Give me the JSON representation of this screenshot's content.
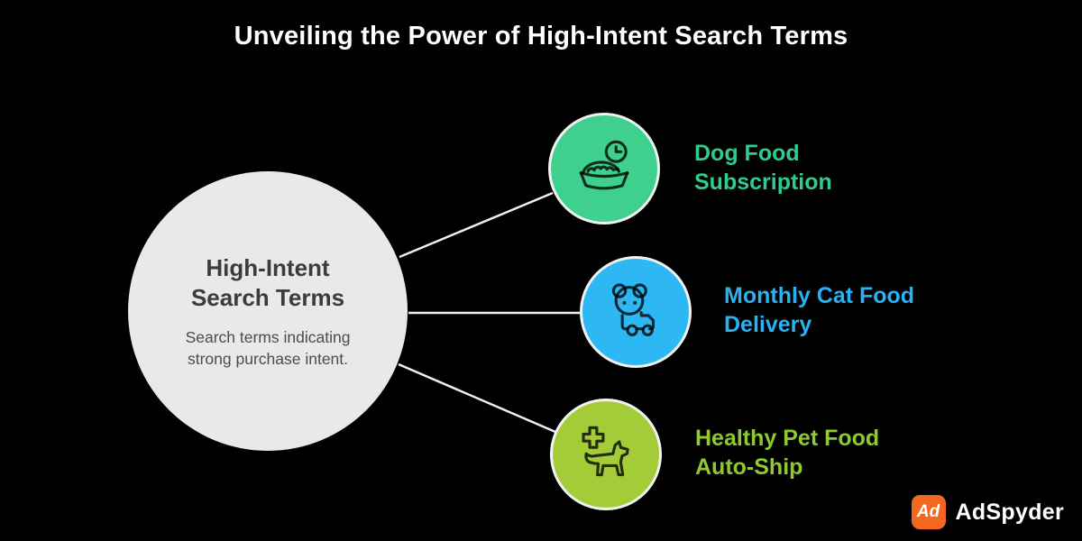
{
  "title": "Unveiling the Power of High-Intent Search Terms",
  "background_color": "#000000",
  "connector_color": "#f0f0f0",
  "central_node": {
    "title_line1": "High-Intent",
    "title_line2": "Search Terms",
    "description_line1": "Search terms indicating",
    "description_line2": "strong purchase intent.",
    "fill": "#e9e9e9"
  },
  "nodes": [
    {
      "id": "dog-food-subscription",
      "label_line1": "Dog Food",
      "label_line2": "Subscription",
      "circle_color": "#3ed08c",
      "label_color": "#2ecc8f",
      "icon": "pet-bowl-clock-icon"
    },
    {
      "id": "monthly-cat-food-delivery",
      "label_line1": "Monthly Cat Food",
      "label_line2": "Delivery",
      "circle_color": "#2eb8f3",
      "label_color": "#29b2f2",
      "icon": "cat-delivery-truck-icon"
    },
    {
      "id": "healthy-pet-food-auto-ship",
      "label_line1": "Healthy Pet Food",
      "label_line2": "Auto-Ship",
      "circle_color": "#a4cc39",
      "label_color": "#8dc92f",
      "icon": "medical-cross-dog-icon"
    }
  ],
  "footer": {
    "brand_name": "AdSpyder",
    "logo_monogram": "Ad",
    "logo_color": "#f4671f"
  }
}
